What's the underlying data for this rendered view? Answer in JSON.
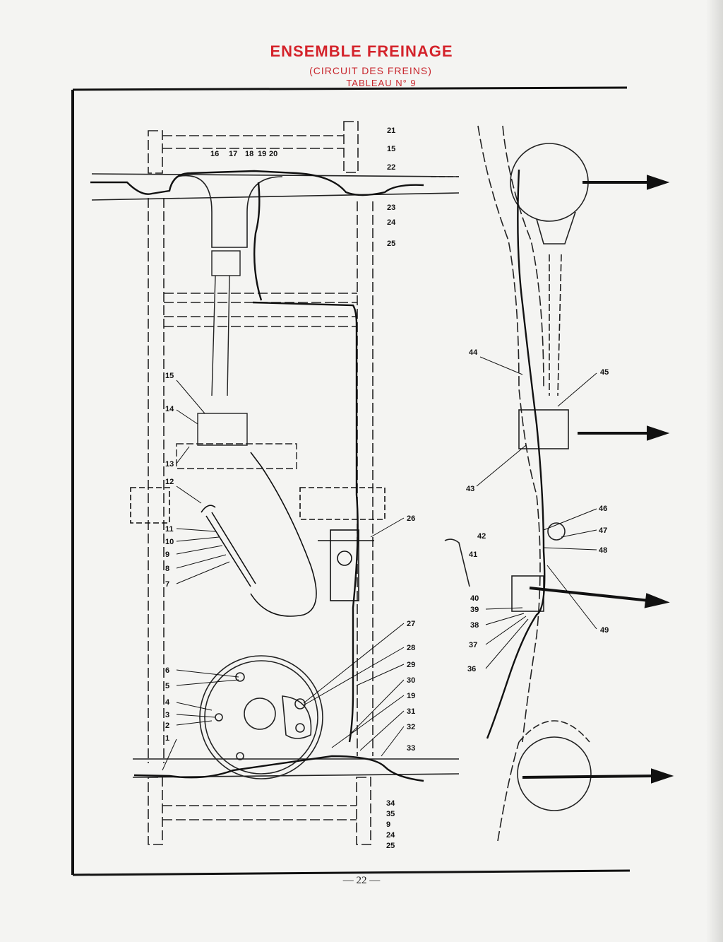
{
  "header": {
    "title": "ENSEMBLE FREINAGE",
    "subtitle": "(CIRCUIT DES FREINS)",
    "tableau": "TABLEAU N° 9"
  },
  "footer": {
    "page_number": "— 22 —"
  },
  "callouts_left": [
    "16",
    "17",
    "18",
    "19",
    "20",
    "15",
    "14",
    "13",
    "12",
    "11",
    "10",
    "9",
    "8",
    "7",
    "6",
    "5",
    "4",
    "3",
    "2",
    "1",
    "26",
    "27",
    "28",
    "29",
    "30",
    "19",
    "31",
    "32",
    "33",
    "34",
    "35",
    "9",
    "24",
    "25",
    "21",
    "15",
    "22",
    "23",
    "24",
    "25"
  ],
  "callouts_right": [
    "44",
    "45",
    "43",
    "42",
    "41",
    "40",
    "39",
    "38",
    "37",
    "36",
    "46",
    "47",
    "48",
    "49"
  ]
}
